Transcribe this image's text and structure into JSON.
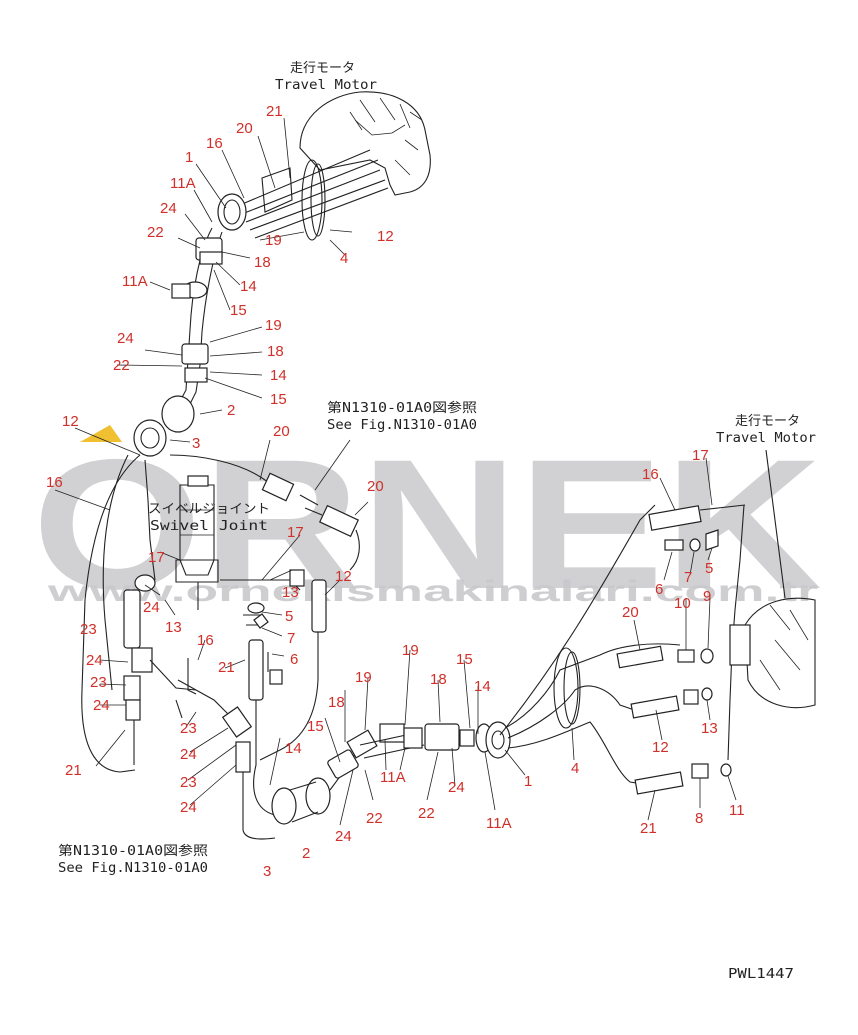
{
  "labels": {
    "motor_top_jp": "走行モータ",
    "motor_top_en": "Travel Motor",
    "motor_right_jp": "走行モータ",
    "motor_right_en": "Travel Motor",
    "fig_ref_top_jp": "第N1310-01A0図参照",
    "fig_ref_top_en": "See Fig.N1310-01A0",
    "fig_ref_bottom_jp": "第N1310-01A0図参照",
    "fig_ref_bottom_en": "See Fig.N1310-01A0",
    "swivel_jp": "スイベルジョイント",
    "swivel_en": "Swivel Joint",
    "drawing_no": "PWL1447"
  },
  "watermark": {
    "brand": "ORNEK",
    "url": "www.ornekismakinalari.com.tr",
    "color": "#c9c9cd",
    "accent": "#f0c030"
  },
  "callout_color": "#d0302a",
  "callouts": [
    {
      "id": "c-21-top",
      "text": "21"
    },
    {
      "id": "c-20-top",
      "text": "20"
    },
    {
      "id": "c-16-top",
      "text": "16"
    },
    {
      "id": "c-1-top",
      "text": "1"
    },
    {
      "id": "c-11a-top",
      "text": "11A"
    },
    {
      "id": "c-24-top",
      "text": "24"
    },
    {
      "id": "c-22-top",
      "text": "22"
    },
    {
      "id": "c-19-top",
      "text": "19"
    },
    {
      "id": "c-18-top",
      "text": "18"
    },
    {
      "id": "c-14-top",
      "text": "14"
    },
    {
      "id": "c-12-top",
      "text": "12"
    },
    {
      "id": "c-4-top",
      "text": "4"
    },
    {
      "id": "c-11a-mid",
      "text": "11A"
    },
    {
      "id": "c-15-top",
      "text": "15"
    },
    {
      "id": "c-19-mid",
      "text": "19"
    },
    {
      "id": "c-24-mid",
      "text": "24"
    },
    {
      "id": "c-18-mid",
      "text": "18"
    },
    {
      "id": "c-22-mid",
      "text": "22"
    },
    {
      "id": "c-14-mid",
      "text": "14"
    },
    {
      "id": "c-15-mid",
      "text": "15"
    },
    {
      "id": "c-2-mid",
      "text": "2"
    },
    {
      "id": "c-12-left",
      "text": "12"
    },
    {
      "id": "c-3-mid",
      "text": "3"
    },
    {
      "id": "c-20-mid",
      "text": "20"
    },
    {
      "id": "c-20-mid2",
      "text": "20"
    },
    {
      "id": "c-16-left",
      "text": "16"
    },
    {
      "id": "c-17-swivel",
      "text": "17"
    },
    {
      "id": "c-17-mid",
      "text": "17"
    },
    {
      "id": "c-13-mid",
      "text": "13"
    },
    {
      "id": "c-12-mid",
      "text": "12"
    },
    {
      "id": "c-24-left",
      "text": "24"
    },
    {
      "id": "c-13-left",
      "text": "13"
    },
    {
      "id": "c-5-mid",
      "text": "5"
    },
    {
      "id": "c-7-mid",
      "text": "7"
    },
    {
      "id": "c-16-mid",
      "text": "16"
    },
    {
      "id": "c-6-mid",
      "text": "6"
    },
    {
      "id": "c-21-mid",
      "text": "21"
    },
    {
      "id": "c-23-left1",
      "text": "23"
    },
    {
      "id": "c-24-left2",
      "text": "24"
    },
    {
      "id": "c-23-left2",
      "text": "23"
    },
    {
      "id": "c-24-left3",
      "text": "24"
    },
    {
      "id": "c-21-left",
      "text": "21"
    },
    {
      "id": "c-23-mid1",
      "text": "23"
    },
    {
      "id": "c-24-mid2",
      "text": "24"
    },
    {
      "id": "c-23-mid2",
      "text": "23"
    },
    {
      "id": "c-24-mid3",
      "text": "24"
    },
    {
      "id": "c-14-lower",
      "text": "14"
    },
    {
      "id": "c-18-lower",
      "text": "18"
    },
    {
      "id": "c-19-lower",
      "text": "19"
    },
    {
      "id": "c-15-lower",
      "text": "15"
    },
    {
      "id": "c-24-lower",
      "text": "24"
    },
    {
      "id": "c-22-lower",
      "text": "22"
    },
    {
      "id": "c-3-lower",
      "text": "3"
    },
    {
      "id": "c-2-lower",
      "text": "2"
    },
    {
      "id": "c-19-center",
      "text": "19"
    },
    {
      "id": "c-18-center",
      "text": "18"
    },
    {
      "id": "c-15-center",
      "text": "15"
    },
    {
      "id": "c-14-center",
      "text": "14"
    },
    {
      "id": "c-11a-center",
      "text": "11A"
    },
    {
      "id": "c-22-center",
      "text": "22"
    },
    {
      "id": "c-24-center",
      "text": "24"
    },
    {
      "id": "c-11a-lower",
      "text": "11A"
    },
    {
      "id": "c-1-lower",
      "text": "1"
    },
    {
      "id": "c-4-lower",
      "text": "4"
    },
    {
      "id": "c-16-right",
      "text": "16"
    },
    {
      "id": "c-17-right",
      "text": "17"
    },
    {
      "id": "c-6-right",
      "text": "6"
    },
    {
      "id": "c-7-right",
      "text": "7"
    },
    {
      "id": "c-5-right",
      "text": "5"
    },
    {
      "id": "c-10-right",
      "text": "10"
    },
    {
      "id": "c-9-right",
      "text": "9"
    },
    {
      "id": "c-20-right",
      "text": "20"
    },
    {
      "id": "c-12-right",
      "text": "12"
    },
    {
      "id": "c-13-right",
      "text": "13"
    },
    {
      "id": "c-21-right",
      "text": "21"
    },
    {
      "id": "c-8-right",
      "text": "8"
    },
    {
      "id": "c-11-right",
      "text": "11"
    }
  ]
}
